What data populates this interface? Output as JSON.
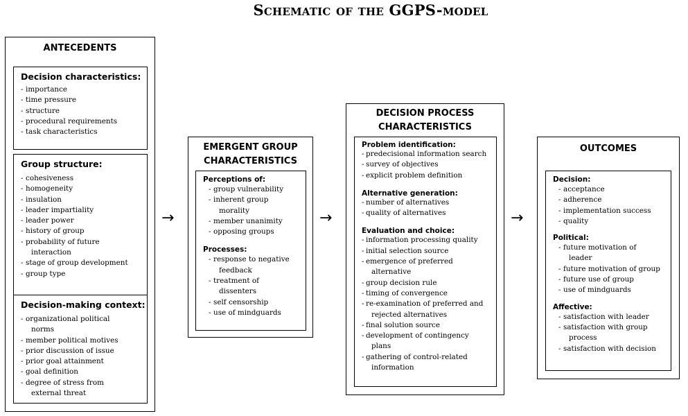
{
  "title": "Schematic of the GGPS-model",
  "arrow_glyph": "→",
  "antecedents": {
    "heading": "ANTECEDENTS",
    "decision_characteristics": {
      "heading": "Decision characteristics:",
      "items": [
        "importance",
        "time pressure",
        "structure",
        "procedural requirements",
        "task characteristics"
      ]
    },
    "group_structure": {
      "heading": "Group structure:",
      "items": [
        "cohesiveness",
        "homogeneity",
        "insulation",
        "leader impartiality",
        "leader power",
        "history of group",
        "probability of future",
        "stage of group development",
        "group type"
      ],
      "cont_future": "interaction"
    },
    "decision_context": {
      "heading": "Decision-making context:",
      "item1": "organizational political",
      "item1_cont": "norms",
      "items": [
        "member political motives",
        "prior discussion of issue",
        "prior goal attainment",
        "goal definition"
      ],
      "item_last": "degree of stress from",
      "item_last_cont": "external threat"
    }
  },
  "emergent": {
    "heading_line1": "EMERGENT GROUP",
    "heading_line2": "CHARACTERISTICS",
    "perceptions": {
      "heading": "Perceptions of:",
      "i1": "group vulnerability",
      "i2": "inherent group",
      "i2_cont": "morality",
      "i3": "member unanimity",
      "i4": "opposing groups"
    },
    "processes": {
      "heading": "Processes:",
      "i1": "response to negative",
      "i1_cont": "feedback",
      "i2": "treatment of",
      "i2_cont": "dissenters",
      "i3": "self censorship",
      "i4": "use of mindguards"
    }
  },
  "process": {
    "heading_line1": "DECISION PROCESS",
    "heading_line2": "CHARACTERISTICS",
    "problem": {
      "heading": "Problem identification:",
      "items": [
        "predecisional information search",
        "survey of objectives",
        "explicit problem definition"
      ]
    },
    "alternative": {
      "heading": "Alternative generation:",
      "items": [
        "number of alternatives",
        "quality of alternatives"
      ]
    },
    "evaluation": {
      "heading": "Evaluation and choice:",
      "i1": "information processing quality",
      "i2": "initial selection source",
      "i3": "emergence of preferred",
      "i3_cont": "alternative",
      "i4": "group decision rule",
      "i5": "timing of convergence",
      "i6": "re-examination of preferred and",
      "i6_cont": "rejected alternatives",
      "i7": "final solution source",
      "i8": "development of contingency",
      "i8_cont": "plans",
      "i9": "gathering of control-related",
      "i9_cont": "information"
    }
  },
  "outcomes": {
    "heading": "OUTCOMES",
    "decision": {
      "heading": "Decision:",
      "items": [
        "acceptance",
        "adherence",
        "implementation success",
        "quality"
      ]
    },
    "political": {
      "heading": "Political:",
      "i1": "future motivation of",
      "i1_cont": "leader",
      "i2": "future motivation of group",
      "i3": "future use of group",
      "i4": "use of mindguards"
    },
    "affective": {
      "heading": "Affective:",
      "i1": "satisfaction with leader",
      "i2": "satisfaction with group",
      "i2_cont": "process",
      "i3": "satisfaction with decision"
    }
  }
}
